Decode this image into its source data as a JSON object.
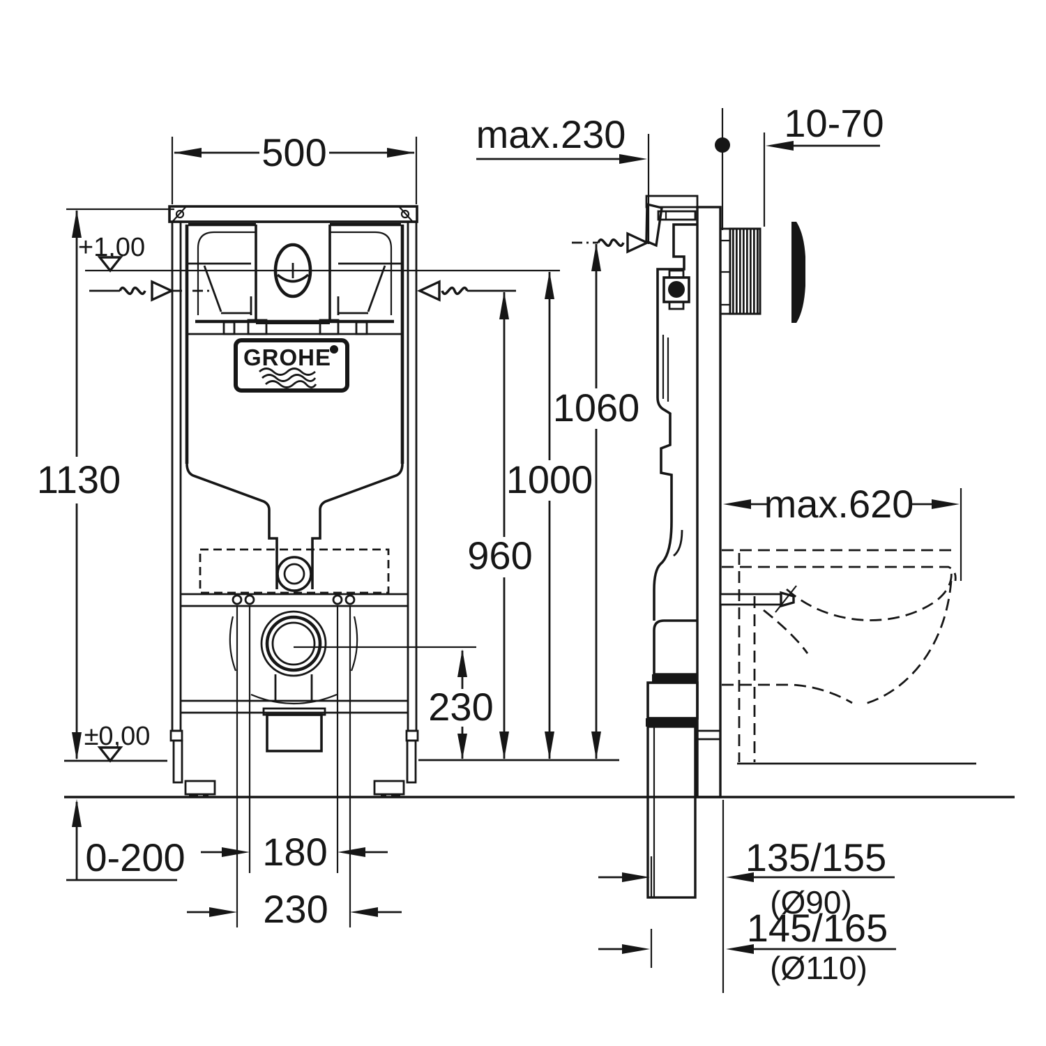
{
  "drawing": {
    "brand": "GROHE",
    "front": {
      "width": "500",
      "height": "1130",
      "level_top": "+1,00",
      "level_floor": "±0,00",
      "floor_buildup": "0-200",
      "stud_spacing_narrow": "180",
      "stud_spacing_wide": "230",
      "outlet_height": "230"
    },
    "elevations": {
      "supply_height": "960",
      "actuation_height": "1000",
      "side_supply_height": "1060"
    },
    "side": {
      "frame_depth_max": "max.230",
      "wall_finish_range": "10-70",
      "bowl_depth_max": "max.620",
      "outlet_offset_90": "135/155",
      "outlet_dia_90": "(Ø90)",
      "outlet_offset_110": "145/165",
      "outlet_dia_110": "(Ø110)"
    }
  }
}
